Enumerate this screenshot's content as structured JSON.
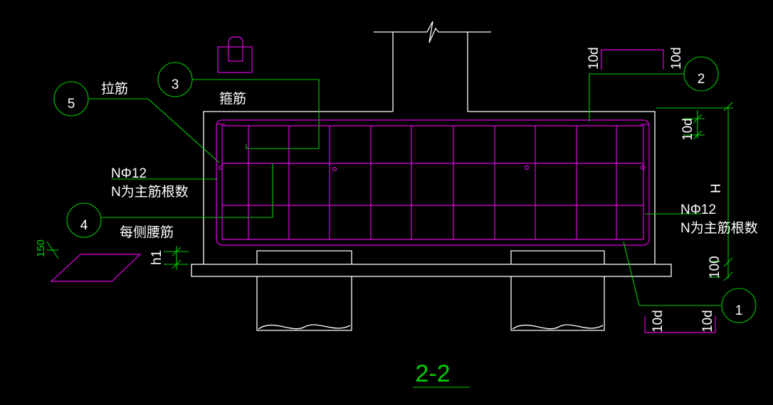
{
  "colors": {
    "background": "#000000",
    "concrete_outline": "#ffffff",
    "rebar": "#e000e0",
    "dimension": "#00d000",
    "callout": "#00d000"
  },
  "callouts": [
    "1",
    "2",
    "3",
    "4",
    "5"
  ],
  "labels": {
    "tie_bar": "拉筋",
    "stirrup": "箍筋",
    "side_bar": "每侧腰筋",
    "main_bar_left_line1": "NΦ12",
    "main_bar_left_line2": "N为主筋根数",
    "main_bar_right_line1": "NΦ12",
    "main_bar_right_line2": "N为主筋根数"
  },
  "dimensions": {
    "hook_left": "10d",
    "hook_right": "10d",
    "top_cover": "10d",
    "height": "H",
    "bottom": "100",
    "bottom_hook_left": "10d",
    "bottom_hook_right": "10d",
    "h1": "h1",
    "spacing": "150"
  },
  "section_title": "2-2"
}
